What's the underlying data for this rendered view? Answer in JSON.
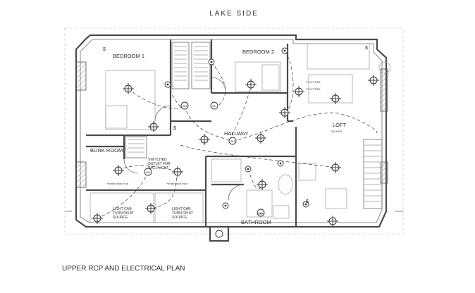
{
  "header": {
    "title": "LAKE SIDE"
  },
  "footer": {
    "caption": "UPPER RCP AND ELECTRICAL PLAN"
  },
  "rooms": {
    "bedroom1": "BEDROOM 1",
    "bedroom2": "BEDROOM 2",
    "hallway": "HALLWAY",
    "loft": "LOFT",
    "bunk_room": "BUNK ROOM",
    "bathroom": "BATHROOM"
  },
  "notes": {
    "switched_outlet": [
      "SWITCHED",
      "OUTLET FOR",
      "WALL LIGHT"
    ],
    "light_can_left": [
      "LIGHT CAN",
      "TURN ON AT",
      "SOURCE"
    ],
    "light_can_right": [
      "LIGHT CAN",
      "TURN ON AT",
      "SOURCE"
    ],
    "small_lamp_left": "*small clock mod",
    "small_lamp_right": "*small clock mod",
    "tv_ht_1": "TV HT TBD",
    "tv_ht_2": "TV HT TBD",
    "loft_tag": "OR EXH",
    "exh_fan": "EXH"
  },
  "icons": {
    "ceiling_light": "ceiling-light-icon",
    "wall_sconce": "wall-sconce-icon",
    "exhaust_fan": "exhaust-fan-icon",
    "switch": "switch-icon"
  }
}
